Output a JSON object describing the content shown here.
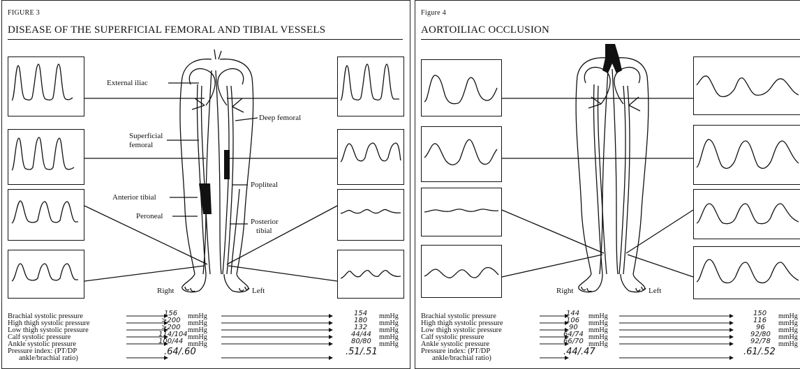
{
  "figure3": {
    "label": "FIGURE 3",
    "title": "DISEASE OF THE SUPERFICIAL FEMORAL AND TIBIAL VESSELS",
    "labels": {
      "external_iliac": "External iliac",
      "deep_femoral": "Deep femoral",
      "superficial_femoral_1": "Superficial",
      "superficial_femoral_2": "femoral",
      "popliteal": "Popliteal",
      "anterior_tibial": "Anterior tibial",
      "peroneal": "Peroneal",
      "posterior_tibial_1": "Posterior",
      "posterior_tibial_2": "tibial",
      "right": "Right",
      "left": "Left"
    },
    "pressure_labels": [
      "Brachial systolic pressure",
      "High thigh systolic pressure",
      "Low thigh systolic pressure",
      "Calf systolic pressure",
      "Ankle systolic pressure",
      "Pressure index: (PT/DP",
      "ankle/brachial ratio)"
    ],
    "right_values": [
      "156",
      ">200",
      ">200",
      "114/104",
      "100/44"
    ],
    "left_values": [
      "154",
      "180",
      "132",
      "44/44",
      "80/80"
    ],
    "unit": "mmHg",
    "index_right": ".64/.60",
    "index_left": ".51/.51"
  },
  "figure4": {
    "label": "Figure 4",
    "title": "AORTOILIAC OCCLUSION",
    "labels": {
      "right": "Right",
      "left": "Left"
    },
    "pressure_labels": [
      "Brachial systolic pressure",
      "High thigh systolic pressure",
      "Low thigh systolic pressure",
      "Calf systolic pressure",
      "Ankle systolic pressure",
      "Pressure index: (PT/DP",
      "ankle/brachial ratio)"
    ],
    "right_values": [
      "144",
      "106",
      "90",
      "64/74",
      "66/70"
    ],
    "left_values": [
      "150",
      "116",
      "96",
      "92/80",
      "92/78"
    ],
    "unit": "mmHg",
    "index_right": ".44/.47",
    "index_left": ".61/.52"
  }
}
